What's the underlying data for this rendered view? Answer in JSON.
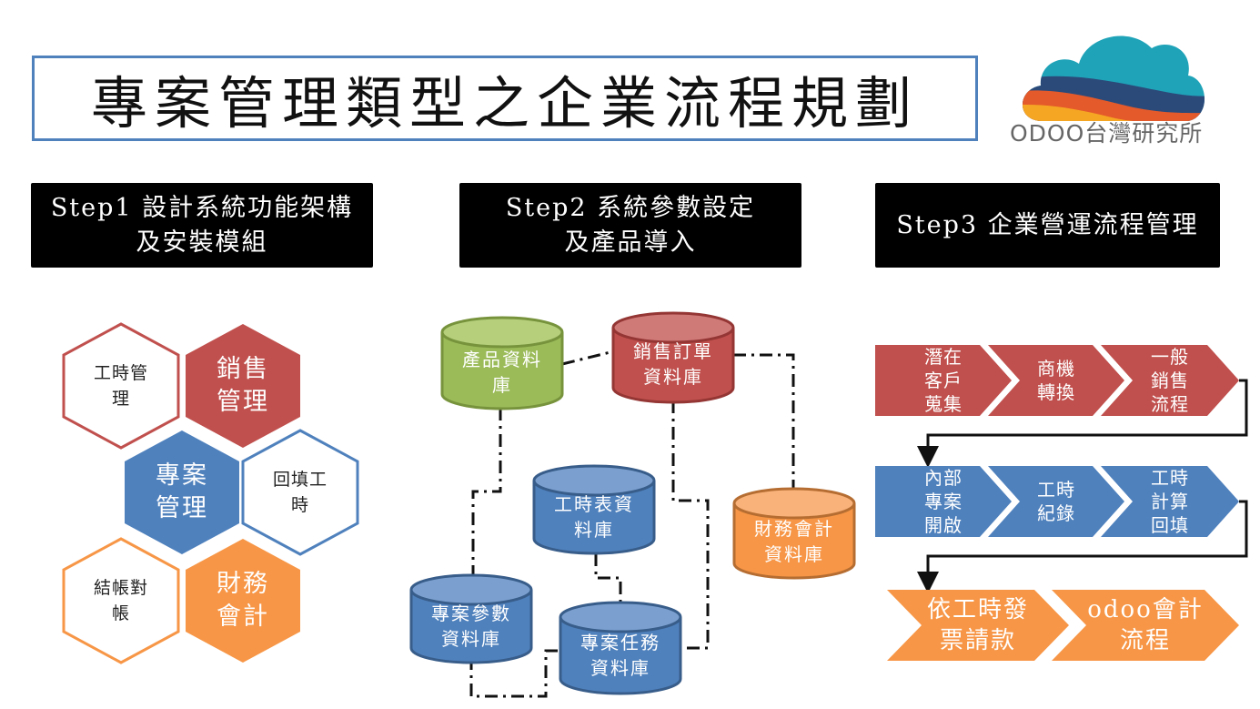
{
  "title": "專案管理類型之企業流程規劃",
  "logo": {
    "text": "ODOO台灣研究所"
  },
  "steps": [
    {
      "label": "Step1 設計系統功能架構\n及安裝模組"
    },
    {
      "label": "Step2 系統參數設定\n及產品導入"
    },
    {
      "label": "Step3 企業營運流程管理"
    }
  ],
  "modules": [
    {
      "label": "工時管\n理",
      "style": "outline",
      "color": "#c0504d"
    },
    {
      "label": "銷售\n管理",
      "style": "solid",
      "color": "#c0504d"
    },
    {
      "label": "專案\n管理",
      "style": "solid",
      "color": "#4f81bd"
    },
    {
      "label": "回填工\n時",
      "style": "outline",
      "color": "#4f81bd"
    },
    {
      "label": "結帳對\n帳",
      "style": "outline",
      "color": "#f79646"
    },
    {
      "label": "財務\n會計",
      "style": "solid",
      "color": "#f79646"
    }
  ],
  "databases": [
    {
      "label": "產品資料\n庫",
      "color": "#9bbb59"
    },
    {
      "label": "銷售訂單\n資料庫",
      "color": "#c0504d"
    },
    {
      "label": "工時表資\n料庫",
      "color": "#4f81bd"
    },
    {
      "label": "財務會計\n資料庫",
      "color": "#f79646"
    },
    {
      "label": "專案參數\n資料庫",
      "color": "#4f81bd"
    },
    {
      "label": "專案任務\n資料庫",
      "color": "#4f81bd"
    }
  ],
  "flow": [
    {
      "steps": [
        "潛在\n客戶\n蒐集",
        "商機\n轉換",
        "一般\n銷售\n流程"
      ],
      "color": "#c0504d"
    },
    {
      "steps": [
        "內部\n專案\n開啟",
        "工時\n紀錄",
        "工時\n計算\n回填"
      ],
      "color": "#4f81bd"
    },
    {
      "steps": [
        "依工時發\n票請款",
        "odoo會計\n流程"
      ],
      "color": "#f79646"
    }
  ]
}
